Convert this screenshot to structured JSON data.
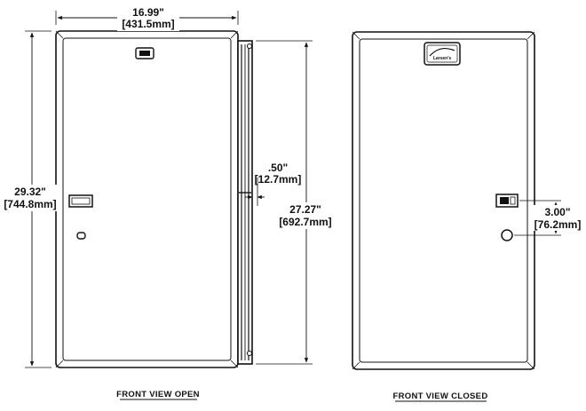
{
  "dimensions": {
    "width_in": "16.99\"",
    "width_mm": "[431.5mm]",
    "height_in": "29.32\"",
    "height_mm": "[744.8mm]",
    "depth_in": ".50\"",
    "depth_mm": "[12.7mm]",
    "inner_height_in": "27.27\"",
    "inner_height_mm": "[692.7mm]",
    "handle_offset_in": "3.00\"",
    "handle_offset_mm": "[76.2mm]"
  },
  "captions": {
    "open": "FRONT VIEW OPEN",
    "closed": "FRONT VIEW CLOSED"
  },
  "logo": {
    "text": "Larsen's"
  }
}
